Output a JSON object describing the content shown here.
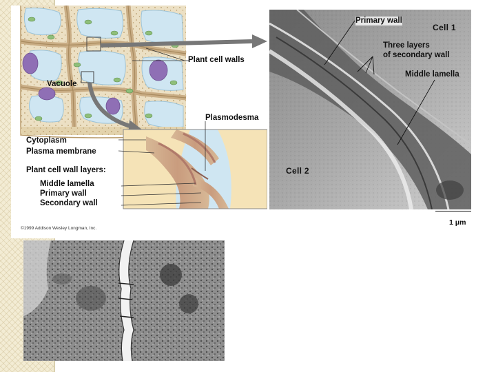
{
  "slide": {
    "colors": {
      "strip": "#f3ecd4",
      "wall": "#f1dfb5",
      "vacuole": "#cfe6f2",
      "chloroplast": "#8fbf7a",
      "nucleus": "#8f6fb5"
    }
  },
  "diagram": {
    "labels": {
      "vacuole": "Vacuole",
      "plant_cell_walls": "Plant cell walls",
      "plasmodesma": "Plasmodesma",
      "cytoplasm": "Cytoplasm",
      "plasma_membrane": "Plasma membrane",
      "wall_layers_heading": "Plant cell wall layers:",
      "middle_lamella": "Middle lamella",
      "primary_wall": "Primary wall",
      "secondary_wall": "Secondary wall"
    },
    "copyright": "©1999 Addison Wesley Longman, Inc."
  },
  "micrograph_top": {
    "labels": {
      "primary_wall": "Primary wall",
      "cell1": "Cell 1",
      "three_layers_line1": "Three layers",
      "three_layers_line2": "of secondary wall",
      "middle_lamella": "Middle lamella",
      "cell2": "Cell 2"
    },
    "scale_bar": "1 μm"
  }
}
